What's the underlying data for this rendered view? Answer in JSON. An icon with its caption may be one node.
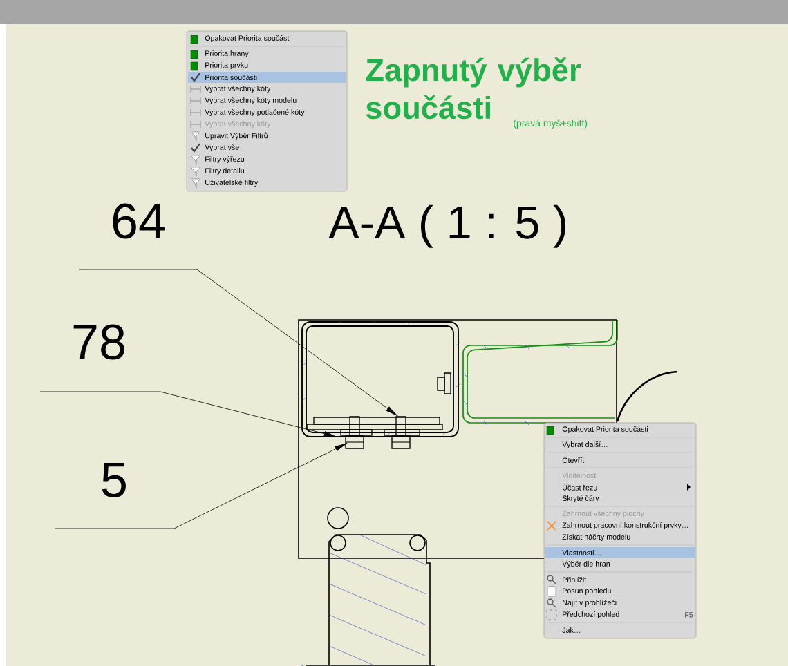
{
  "diagram": {
    "title": "Zapnutý výběr součásti",
    "nodes": [
      {
        "text": [
          "Opakovat Priorita součásti",
          "Priorita hrany",
          "Priorita prvku",
          "Priorita součásti",
          "Vybrat všechny kóty",
          "Vybrat všechny kóty modelu",
          "Vybrat všechny potlačené kóty",
          "Vybrat všechny kóty",
          "Upravit Výběr Filtrů",
          "Vybrat vše",
          "Filtry výřezu",
          "Filtry detailu",
          "Uživatelské filtry"
        ]
      },
      {
        "text": [
          "Opakovat Priorita součásti",
          "Vybrat další…",
          "Otevřít",
          "Viditelnost",
          "Účast řezu",
          "Skryté čáry",
          "Zahrnout všechny plochy",
          "Zahrnout pracovní konstrukční prvky…",
          "Získat náčrty modelu",
          "Vlastnosti…",
          "Výběr dle hran",
          "Přiblížit",
          "Posun pohledu",
          "Najít v prohlížeči",
          "Předchozí pohled",
          "F5",
          "Jak…"
        ]
      },
      {
        "text": [
          "64"
        ]
      },
      {
        "text": [
          "78"
        ]
      },
      {
        "text": [
          "5"
        ]
      }
    ],
    "edges": [
      {
        "from": 2,
        "to": null,
        "arrow": "to"
      },
      {
        "from": 3,
        "to": null,
        "arrow": "to"
      },
      {
        "from": 4,
        "to": null,
        "arrow": "to"
      }
    ],
    "labels": [
      "(pravá myš+shift)",
      "A-A ( 1 : 5 )"
    ]
  }
}
